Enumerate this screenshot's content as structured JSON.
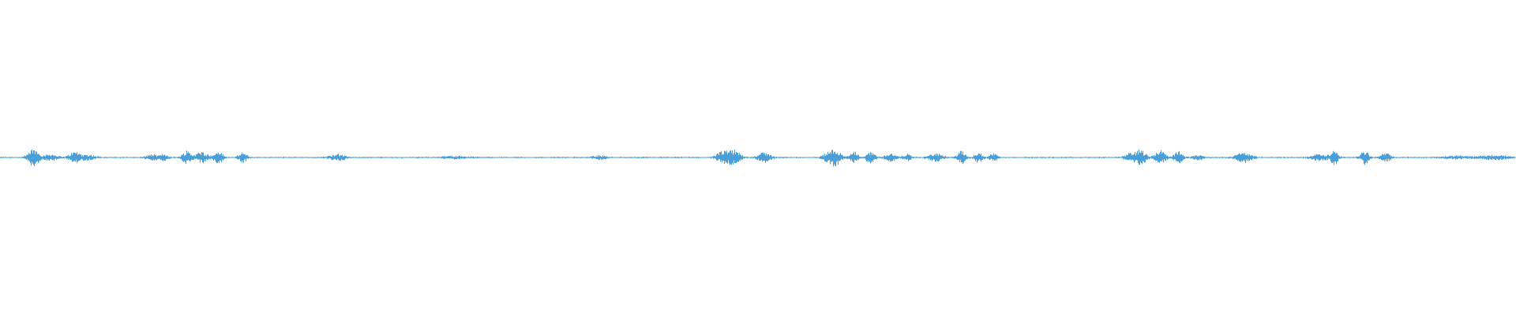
{
  "waveform": {
    "color": "#4a9fd8",
    "baseline_amplitude": 0.004,
    "events": [
      {
        "position": 0.022,
        "amplitude": 0.055,
        "spread": 0.004
      },
      {
        "position": 0.033,
        "amplitude": 0.02,
        "spread": 0.005
      },
      {
        "position": 0.049,
        "amplitude": 0.035,
        "spread": 0.004
      },
      {
        "position": 0.058,
        "amplitude": 0.015,
        "spread": 0.006
      },
      {
        "position": 0.1,
        "amplitude": 0.018,
        "spread": 0.004
      },
      {
        "position": 0.108,
        "amplitude": 0.02,
        "spread": 0.003
      },
      {
        "position": 0.123,
        "amplitude": 0.045,
        "spread": 0.003
      },
      {
        "position": 0.133,
        "amplitude": 0.035,
        "spread": 0.005
      },
      {
        "position": 0.144,
        "amplitude": 0.04,
        "spread": 0.003
      },
      {
        "position": 0.16,
        "amplitude": 0.03,
        "spread": 0.003
      },
      {
        "position": 0.222,
        "amplitude": 0.02,
        "spread": 0.006
      },
      {
        "position": 0.3,
        "amplitude": 0.008,
        "spread": 0.01
      },
      {
        "position": 0.395,
        "amplitude": 0.012,
        "spread": 0.005
      },
      {
        "position": 0.48,
        "amplitude": 0.01,
        "spread": 0.006
      },
      {
        "position": 0.476,
        "amplitude": 0.03,
        "spread": 0.004
      },
      {
        "position": 0.484,
        "amplitude": 0.04,
        "spread": 0.005
      },
      {
        "position": 0.504,
        "amplitude": 0.03,
        "spread": 0.005
      },
      {
        "position": 0.546,
        "amplitude": 0.025,
        "spread": 0.004
      },
      {
        "position": 0.551,
        "amplitude": 0.05,
        "spread": 0.004
      },
      {
        "position": 0.563,
        "amplitude": 0.035,
        "spread": 0.003
      },
      {
        "position": 0.574,
        "amplitude": 0.04,
        "spread": 0.003
      },
      {
        "position": 0.587,
        "amplitude": 0.025,
        "spread": 0.004
      },
      {
        "position": 0.598,
        "amplitude": 0.02,
        "spread": 0.003
      },
      {
        "position": 0.617,
        "amplitude": 0.025,
        "spread": 0.005
      },
      {
        "position": 0.634,
        "amplitude": 0.04,
        "spread": 0.003
      },
      {
        "position": 0.645,
        "amplitude": 0.03,
        "spread": 0.003
      },
      {
        "position": 0.655,
        "amplitude": 0.025,
        "spread": 0.003
      },
      {
        "position": 0.745,
        "amplitude": 0.025,
        "spread": 0.004
      },
      {
        "position": 0.752,
        "amplitude": 0.05,
        "spread": 0.004
      },
      {
        "position": 0.765,
        "amplitude": 0.045,
        "spread": 0.004
      },
      {
        "position": 0.777,
        "amplitude": 0.045,
        "spread": 0.003
      },
      {
        "position": 0.79,
        "amplitude": 0.015,
        "spread": 0.004
      },
      {
        "position": 0.82,
        "amplitude": 0.03,
        "spread": 0.006
      },
      {
        "position": 0.87,
        "amplitude": 0.02,
        "spread": 0.006
      },
      {
        "position": 0.88,
        "amplitude": 0.045,
        "spread": 0.003
      },
      {
        "position": 0.9,
        "amplitude": 0.045,
        "spread": 0.003
      },
      {
        "position": 0.914,
        "amplitude": 0.025,
        "spread": 0.004
      },
      {
        "position": 0.96,
        "amplitude": 0.01,
        "spread": 0.01
      },
      {
        "position": 0.985,
        "amplitude": 0.015,
        "spread": 0.01
      }
    ]
  }
}
